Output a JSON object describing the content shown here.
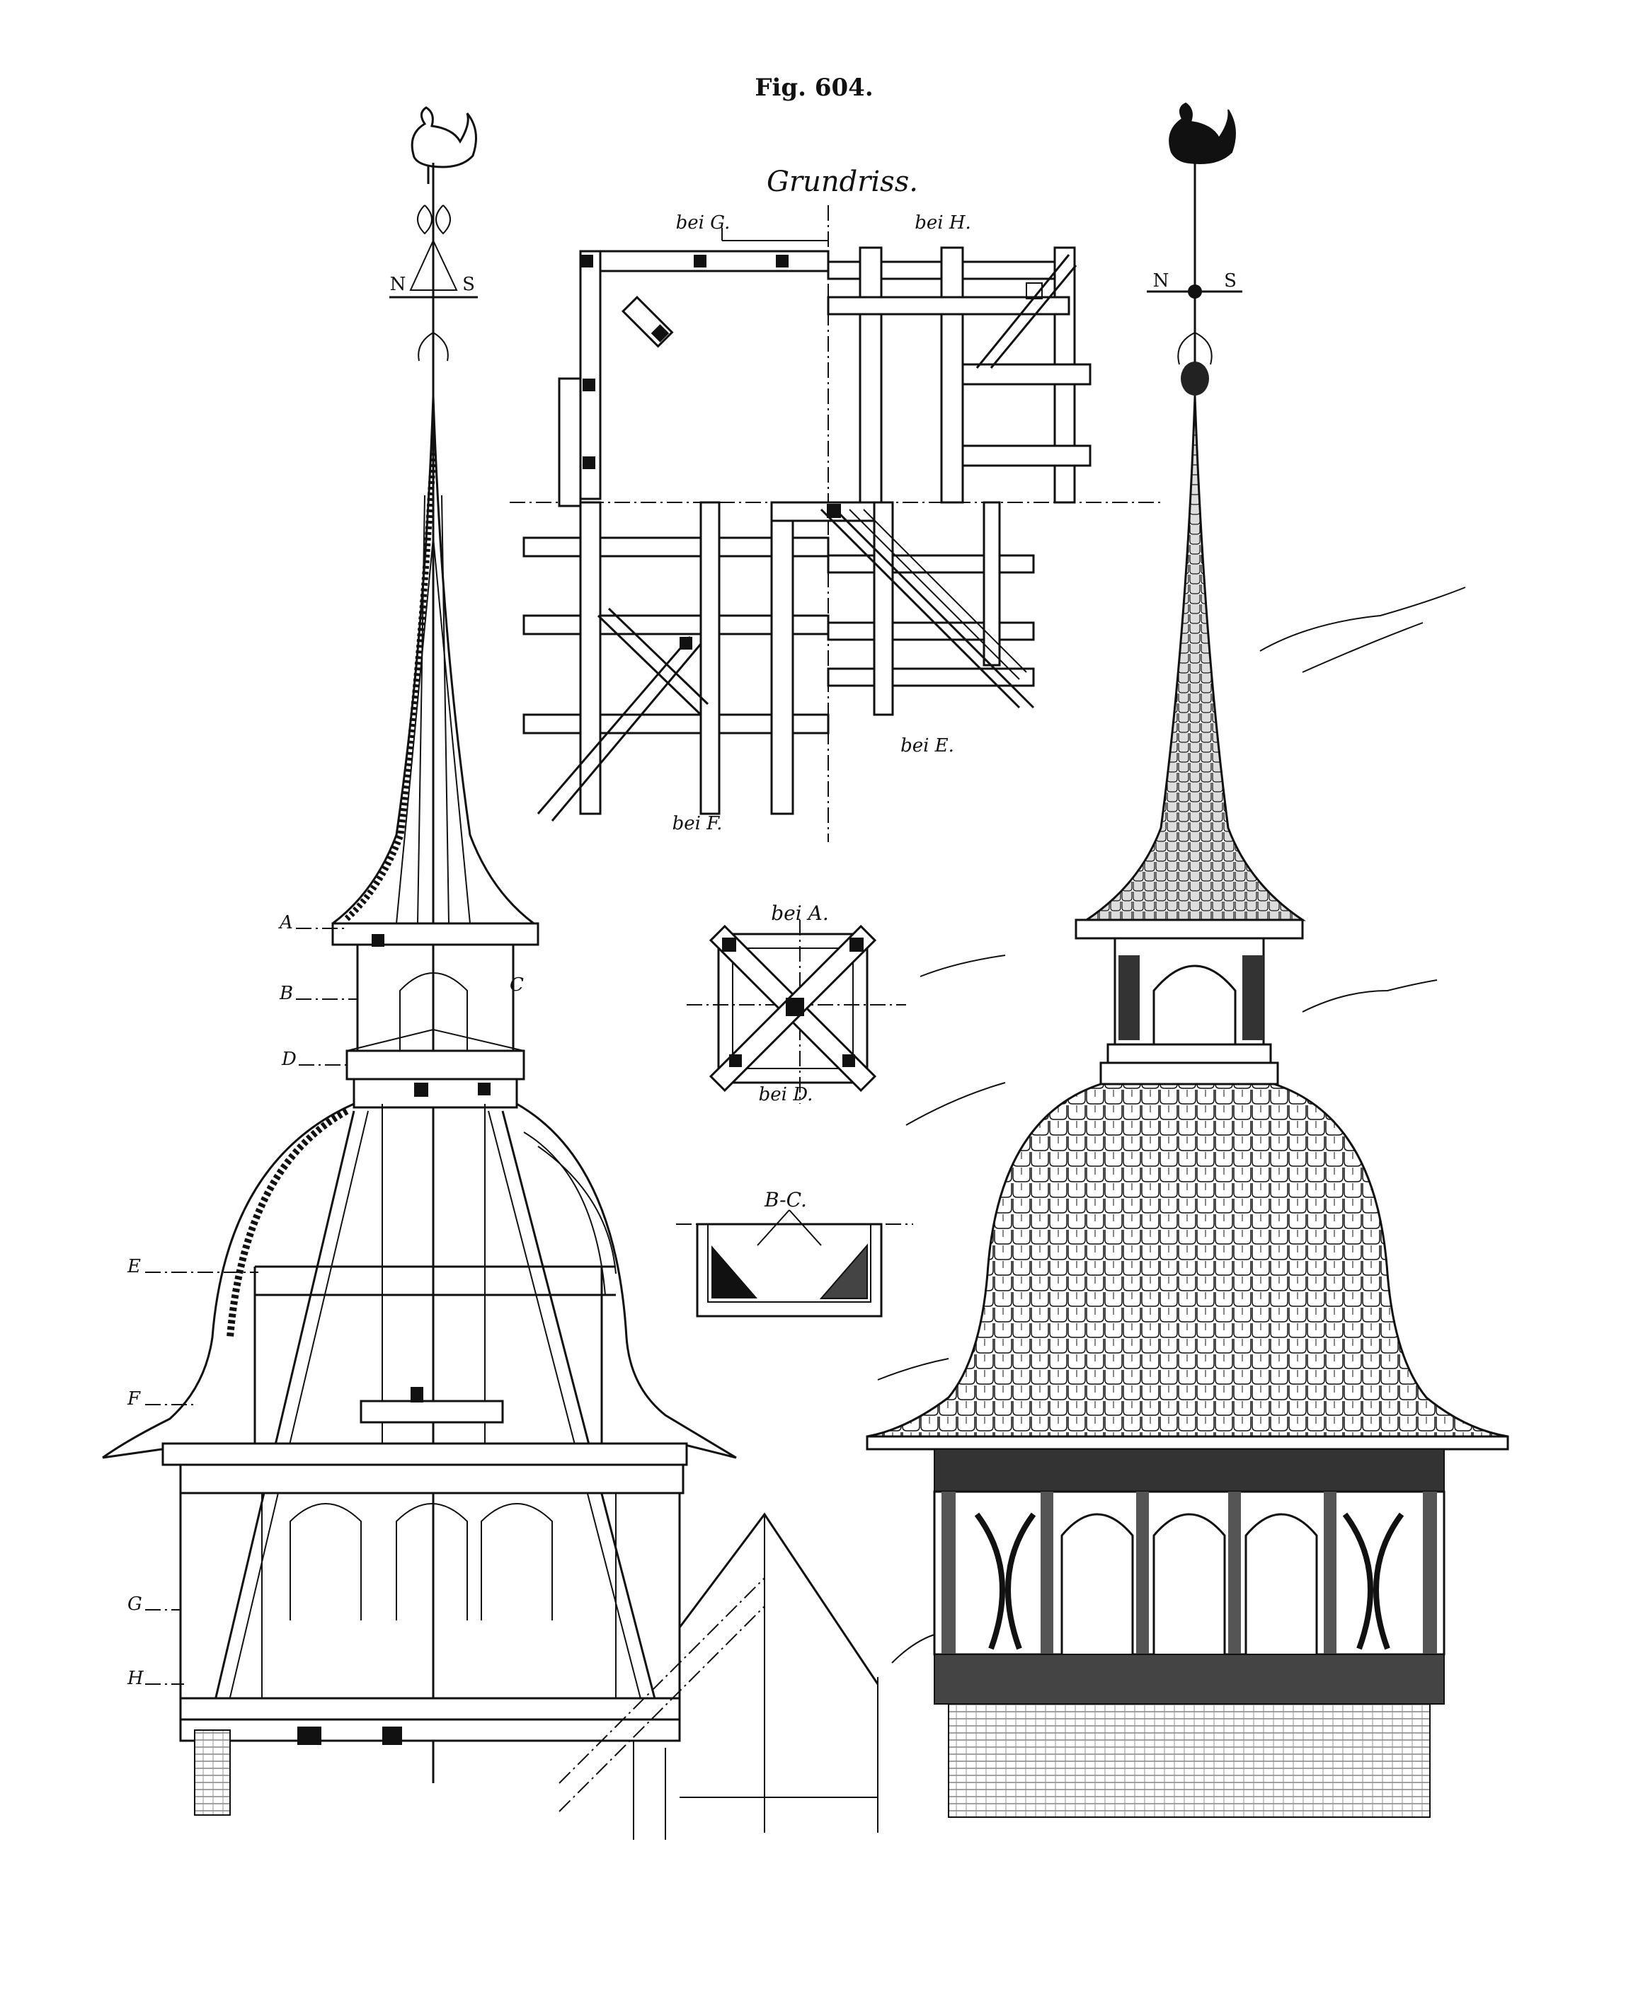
{
  "figure_title": "Fig. 604.",
  "plan": {
    "title": "Grundriss.",
    "labels": [
      "bei G.",
      "bei H.",
      "bei E.",
      "bei F."
    ]
  },
  "detail_ad": {
    "top_label": "bei A.",
    "bottom_label": "bei D."
  },
  "detail_bc": {
    "label": "B-C."
  },
  "section_markers": [
    "A",
    "B",
    "C",
    "D",
    "E",
    "F",
    "G",
    "H"
  ],
  "weathervane": {
    "north": "N",
    "south": "S"
  }
}
